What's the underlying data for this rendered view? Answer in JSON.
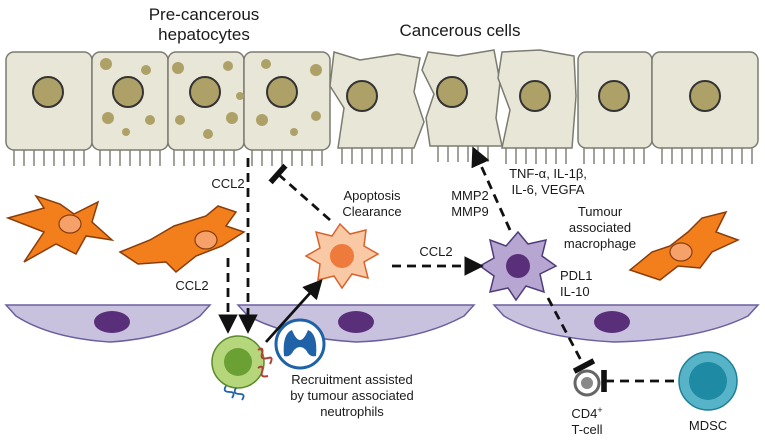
{
  "headings": {
    "precancerous_line1": "Pre-cancerous",
    "precancerous_line2": "hepatocytes",
    "cancerous": "Cancerous cells"
  },
  "labels": {
    "ccl2_top": "CCL2",
    "ccl2_left": "CCL2",
    "ccl2_mid": "CCL2",
    "apoptosis_line1": "Apoptosis",
    "apoptosis_line2": "Clearance",
    "mmp_line1": "MMP2",
    "mmp_line2": "MMP9",
    "cytokines_line1": "TNF-α, IL-1β,",
    "cytokines_line2": "IL-6, VEGFA",
    "tam_line1": "Tumour",
    "tam_line2": "associated",
    "tam_line3": "macrophage",
    "pdl1": "PDL1",
    "il10": "IL-10",
    "recruit_line1": "Recruitment assisted",
    "recruit_line2": "by tumour associated",
    "recruit_line3": "neutrophils",
    "cd4_main": "CD4",
    "cd4_sup": "+",
    "tcell": "T-cell",
    "mdsc": "MDSC"
  },
  "colors": {
    "hepatocyte_fill": "#e8e6d6",
    "hepatocyte_stroke": "#7b7b70",
    "nucleus_fill": "#aea168",
    "stellate_fill": "#f27f1c",
    "stellate_nucleus": "#f6a06a",
    "endothelial_fill": "#c9c2df",
    "endothelial_nucleus": "#5a2f7a",
    "macrophage_fill": "#b7a5d2",
    "macrophage_nucleus": "#5a2f7a",
    "apoptotic_fill": "#f8c9a4",
    "apoptotic_nucleus": "#ee7a3c",
    "neutrophil_fill": "#ffffff",
    "neutrophil_stroke": "#1f62a8",
    "mdsc_fill": "#57b3c8",
    "mdsc_nucleus": "#1f8aa4",
    "tumor_cell_outer": "#b5d67a",
    "tumor_cell_inner": "#6aa034"
  }
}
